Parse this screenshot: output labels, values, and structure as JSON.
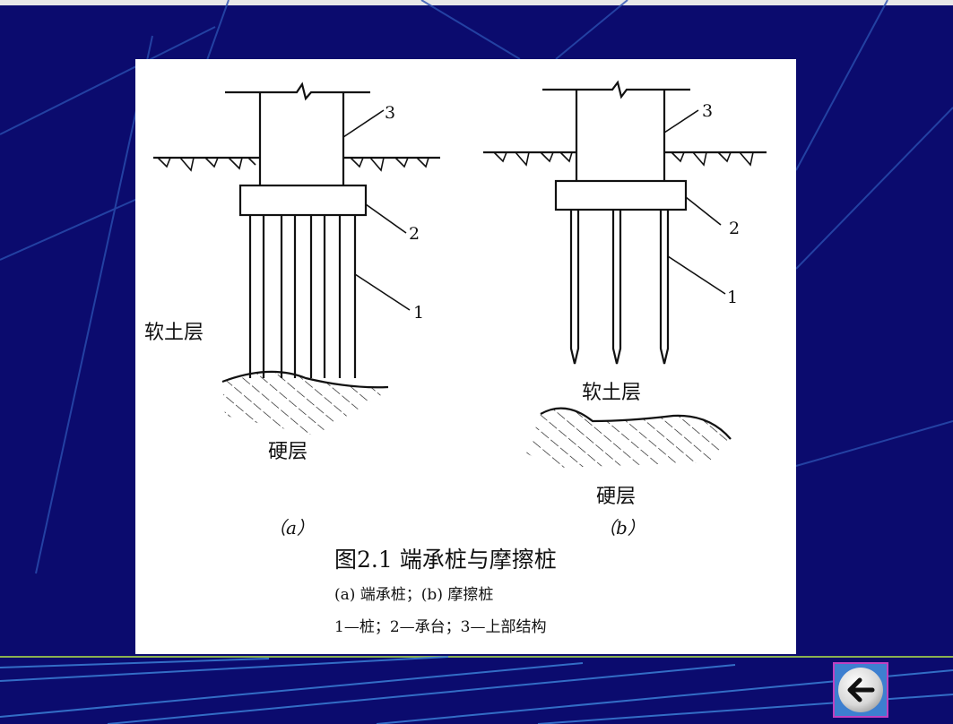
{
  "slide": {
    "figure_title": "图2.1  端承桩与摩擦桩",
    "caption_line1": "(a)  端承桩；(b)  摩擦桩",
    "caption_line2": "1—桩；2—承台；3—上部结构"
  },
  "diagram_a": {
    "soft_layer": "软土层",
    "hard_layer": "硬层",
    "sub_label": "（a）",
    "num_1": "1",
    "num_2": "2",
    "num_3": "3"
  },
  "diagram_b": {
    "soft_layer": "软土层",
    "hard_layer": "硬层",
    "sub_label": "（b）",
    "num_1": "1",
    "num_2": "2",
    "num_3": "3"
  },
  "nav": {
    "back_icon": "left-arrow-icon"
  },
  "colors": {
    "background": "#0b0b6e",
    "panel": "#ffffff",
    "ink": "#111111",
    "accent_line": "#3a7fd6",
    "button_border": "#c040c0"
  }
}
